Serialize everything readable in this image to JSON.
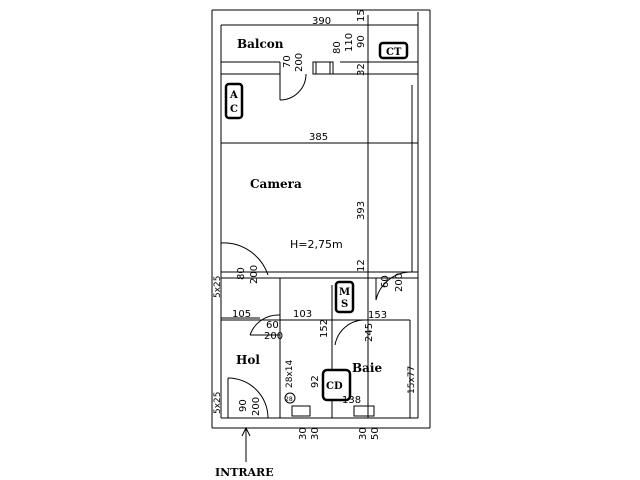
{
  "rooms": {
    "balcon": "Balcon",
    "camera": "Camera",
    "hol": "Hol",
    "baie": "Baie"
  },
  "labels": {
    "height": "H=2,75m",
    "entrance": "INTRARE"
  },
  "fixtures": {
    "ct": "CT",
    "ac_1": "A",
    "ac_2": "C",
    "ms_1": "M",
    "ms_2": "S",
    "cd": "CD",
    "small": "28"
  },
  "dims": {
    "top_width": "390",
    "top_small": "15",
    "balcon_right_1": "90",
    "balcon_right_2": "110",
    "balcon_right_3": "80",
    "balcon_bottom": "32",
    "balcon_door_1": "70",
    "balcon_door_2": "200",
    "camera_width": "385",
    "camera_height": "393",
    "camera_door_1": "80",
    "camera_door_2": "200",
    "right_door_1": "60",
    "right_door_2": "200",
    "mid_12": "12",
    "left_5x25": "5x25",
    "hol_105": "105",
    "hol_103": "103",
    "baie_153": "153",
    "hol_door_1": "60",
    "hol_door_2": "200",
    "baie_152": "152",
    "baie_245": "245",
    "hol_28x4": "28x14",
    "baie_92": "92",
    "baie_138": "138",
    "baie_15x77": "15x77",
    "entr_door_1": "90",
    "entr_door_2": "200",
    "left_bottom_5x25": "5x25",
    "bottom_30a": "30",
    "bottom_30b": "30",
    "bottom_30c": "30",
    "bottom_50": "50"
  }
}
